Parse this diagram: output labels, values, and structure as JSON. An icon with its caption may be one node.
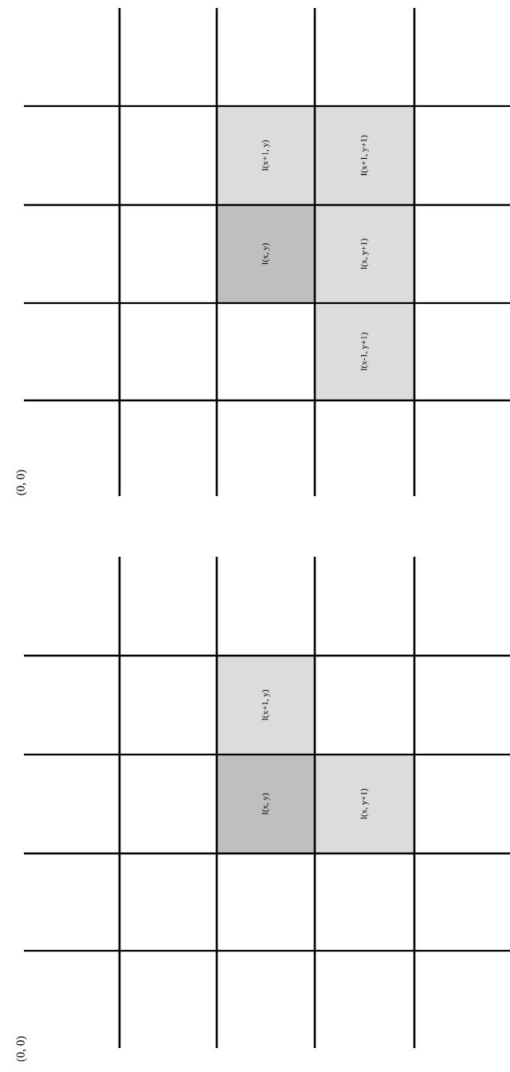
{
  "diagram": {
    "nodes": [
      {
        "text": [
          "I(x+1, y)"
        ]
      },
      {
        "text": [
          "I(x+1, y+1)"
        ]
      },
      {
        "text": [
          "I(x, y)"
        ]
      },
      {
        "text": [
          "I(x, y+1)"
        ]
      },
      {
        "text": [
          "I(x-1, y+1)"
        ]
      },
      {
        "text": [
          "I(x+1, y)"
        ]
      },
      {
        "text": [
          "I(x, y)"
        ]
      },
      {
        "text": [
          "I(x, y+1)"
        ]
      }
    ],
    "labels": [
      "(0, 0)",
      "(0, 0)"
    ]
  }
}
